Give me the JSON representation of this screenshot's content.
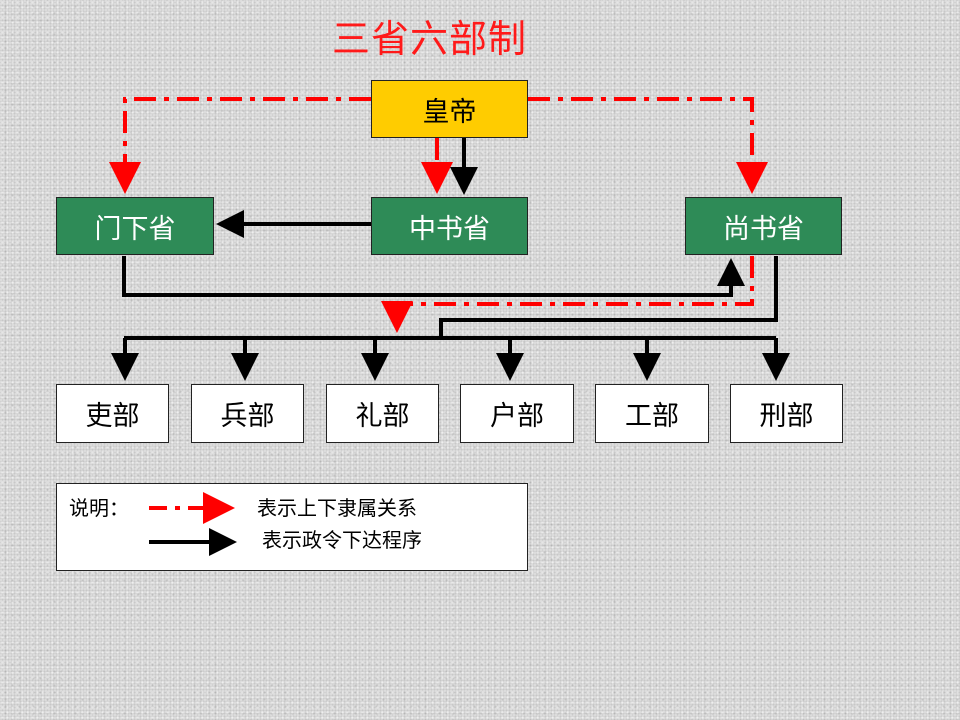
{
  "title": "三省六部制",
  "nodes": {
    "emperor": "皇帝",
    "menxia": "门下省",
    "zhongshu": "中书省",
    "shangshu": "尚书省",
    "ministries": [
      "吏部",
      "兵部",
      "礼部",
      "户部",
      "工部",
      "刑部"
    ]
  },
  "legend": {
    "label": "说明：",
    "subordination": "表示上下隶属关系",
    "decree": "表示政令下达程序"
  },
  "colors": {
    "subordination_line": "#ff0000",
    "decree_line": "#000000",
    "emperor_fill": "#ffcc00",
    "province_fill": "#2e8b57",
    "title": "#ff1a1a"
  }
}
